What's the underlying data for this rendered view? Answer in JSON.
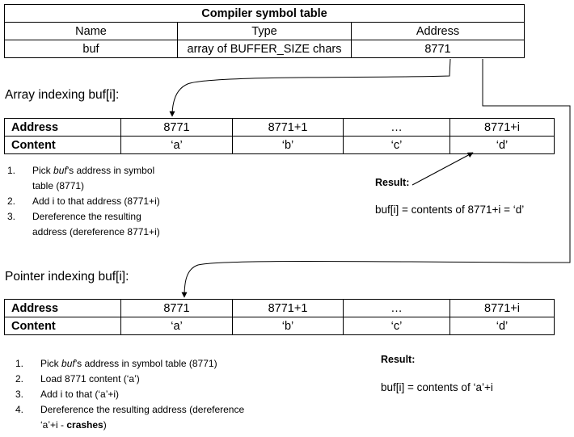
{
  "symbol_table": {
    "title": "Compiler symbol table",
    "headers": [
      "Name",
      "Type",
      "Address"
    ],
    "row": [
      "buf",
      "array of BUFFER_SIZE chars",
      "8771"
    ]
  },
  "array_section": {
    "title": "Array indexing buf[i]:",
    "address_label": "Address",
    "content_label": "Content",
    "addresses": [
      "8771",
      "8771+1",
      "…",
      "8771+i"
    ],
    "contents": [
      "‘a’",
      "‘b’",
      "‘c’",
      "‘d’"
    ],
    "steps": [
      {
        "num": "1.",
        "before": "Pick ",
        "emph": "buf",
        "after": "’s address in symbol table (8771)"
      },
      {
        "num": "2.",
        "before": "Add i to that address (8771+i)",
        "emph": "",
        "after": ""
      },
      {
        "num": "3.",
        "before": "Dereference the resulting address (dereference 8771+i)",
        "emph": "",
        "after": ""
      }
    ],
    "result_label": "Result:",
    "result_text": "buf[i] = contents of 8771+i = ‘d’"
  },
  "pointer_section": {
    "title": "Pointer indexing buf[i]:",
    "address_label": "Address",
    "content_label": "Content",
    "addresses": [
      "8771",
      "8771+1",
      "…",
      "8771+i"
    ],
    "contents": [
      "‘a’",
      "‘b’",
      "‘c’",
      "‘d’"
    ],
    "steps": [
      {
        "num": "1.",
        "before": "Pick ",
        "emph": "buf",
        "after": "’s address in symbol table (8771)"
      },
      {
        "num": "2.",
        "before": "Load 8771 content (‘a’)",
        "emph": "",
        "after": ""
      },
      {
        "num": "3.",
        "before": "Add i to that (‘a’+i)",
        "emph": "",
        "after": ""
      },
      {
        "num": "4.",
        "before": "Dereference the resulting address (dereference ‘a’+i - ",
        "emph": "",
        "after": "",
        "bold": "crashes",
        "tail": ")"
      }
    ],
    "result_label": "Result:",
    "result_text": "buf[i] = contents of ‘a’+i"
  }
}
